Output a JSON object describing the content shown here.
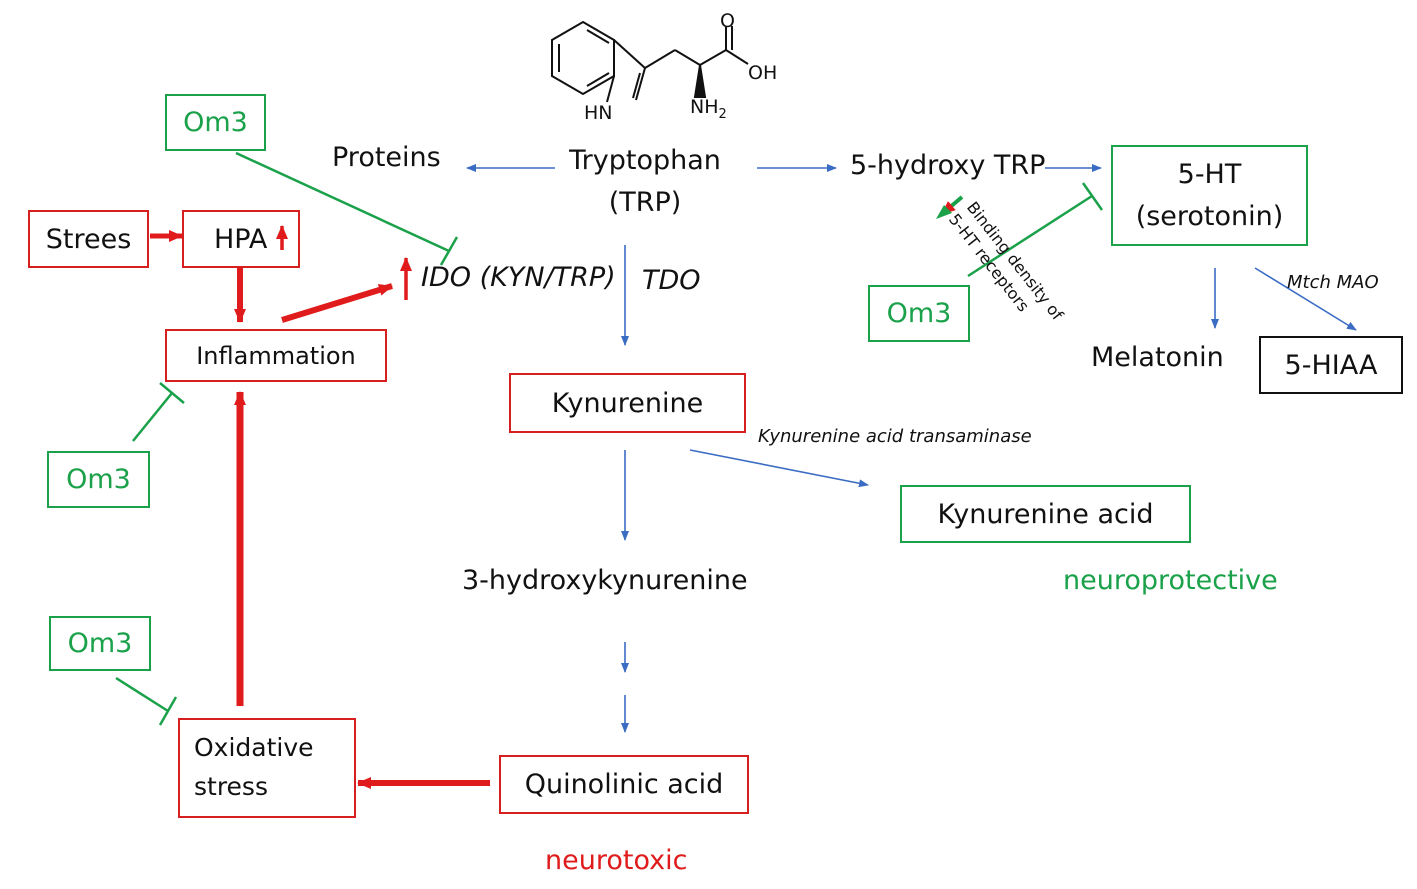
{
  "nodes": {
    "tryptophan_line1": "Tryptophan",
    "tryptophan_line2": "(TRP)",
    "proteins": "Proteins",
    "hydroxy_trp": "5-hydroxy TRP",
    "serotonin_line1": "5-HT",
    "serotonin_line2": "(serotonin)",
    "melatonin": "Melatonin",
    "hiaa": "5-HIAA",
    "kynurenine": "Kynurenine",
    "kynurenine_acid": "Kynurenine acid",
    "hydroxykynurenine": "3-hydroxykynurenine",
    "quinolinic_acid": "Quinolinic acid",
    "strees": "Strees",
    "hpa": "HPA",
    "inflammation": "Inflammation",
    "oxidative_line1": "Oxidative",
    "oxidative_line2": "stress"
  },
  "enzymes": {
    "ido": "IDO (KYN/TRP)",
    "tdo": "TDO",
    "transaminase": "Kynurenine  acid transaminase",
    "mao": "Mtch  MAO",
    "binding_line1": "Binding density of",
    "binding_line2": "5-HT receptors"
  },
  "om3_labels": [
    "Om3",
    "Om3",
    "Om3",
    "Om3"
  ],
  "outcomes": {
    "neuroprotective": "neuroprotective",
    "neurotoxic": "neurotoxic"
  },
  "molecule": {
    "atom_o": "O",
    "atom_oh": "OH",
    "atom_hn": "HN",
    "atom_nh2": "NH",
    "atom_nh2_sub": "2"
  },
  "colors": {
    "pathway_arrow": "#3a6cc4",
    "pathogenic_red": "#e01b1b",
    "omega3_green": "#1aa14a"
  }
}
